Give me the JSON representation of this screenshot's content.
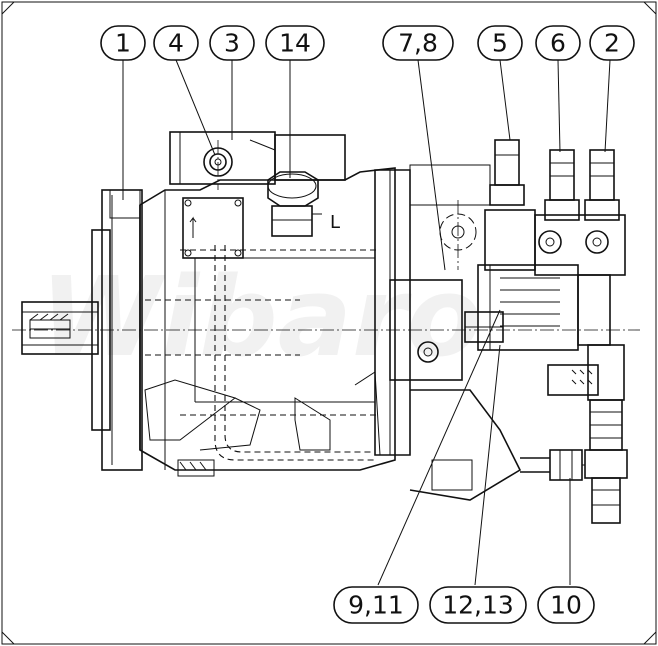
{
  "watermark": "Wibaro",
  "port_label": "L",
  "callouts_top": [
    {
      "id": "callout-1",
      "label": "1"
    },
    {
      "id": "callout-4",
      "label": "4"
    },
    {
      "id": "callout-3",
      "label": "3"
    },
    {
      "id": "callout-14",
      "label": "14"
    },
    {
      "id": "callout-7-8",
      "label": "7,8"
    },
    {
      "id": "callout-5",
      "label": "5"
    },
    {
      "id": "callout-6",
      "label": "6"
    },
    {
      "id": "callout-2",
      "label": "2"
    }
  ],
  "callouts_bottom": [
    {
      "id": "callout-9-11",
      "label": "9,11"
    },
    {
      "id": "callout-12-13",
      "label": "12,13"
    },
    {
      "id": "callout-10",
      "label": "10"
    }
  ]
}
